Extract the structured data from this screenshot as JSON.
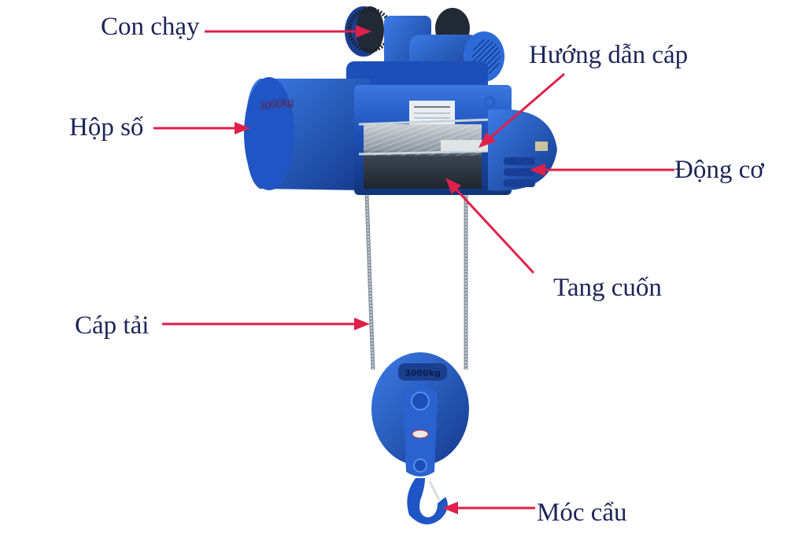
{
  "diagram": {
    "subject": "Electric wire rope hoist",
    "colors": {
      "label_text": "#1c2558",
      "arrow": "#e0204a",
      "body_blue": "#1d4fb8",
      "body_blue_light": "#3b78e0",
      "body_blue_dark": "#123579",
      "cable": "#8a96a3",
      "drum_dark": "#2b3440"
    },
    "markings": {
      "hook_block_load": "3000kg",
      "gearbox_load": "3000kg"
    },
    "labels": [
      {
        "id": "trolley",
        "text": "Con chạy"
      },
      {
        "id": "gearbox",
        "text": "Hộp số"
      },
      {
        "id": "rope_guide",
        "text": "Hướng dẫn cáp"
      },
      {
        "id": "motor",
        "text": "Động cơ"
      },
      {
        "id": "drum",
        "text": "Tang cuốn"
      },
      {
        "id": "load_cable",
        "text": "Cáp tải"
      },
      {
        "id": "hook",
        "text": "Móc cẩu"
      }
    ]
  }
}
